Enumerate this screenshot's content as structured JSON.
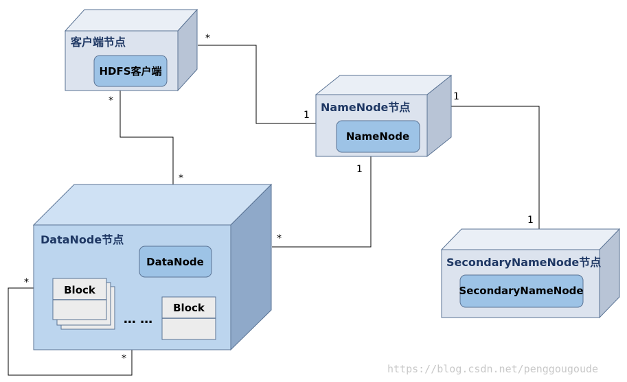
{
  "nodes": {
    "client": {
      "title": "客户端节点",
      "component": "HDFS客户端"
    },
    "namenode": {
      "title": "NameNode节点",
      "component": "NameNode"
    },
    "datanode": {
      "title": "DataNode节点",
      "component": "DataNode",
      "block_label": "Block",
      "ellipsis": "… …"
    },
    "secondary": {
      "title": "SecondaryNameNode节点",
      "component": "SecondaryNameNode"
    }
  },
  "multiplicities": {
    "client_namenode_client": "*",
    "client_namenode_namenode": "1",
    "client_datanode_client": "*",
    "client_datanode_datanode": "*",
    "namenode_datanode_namenode": "1",
    "namenode_datanode_datanode": "*",
    "namenode_secondary_namenode": "1",
    "namenode_secondary_secondary": "1",
    "datanode_self_top": "*",
    "datanode_self_bottom": "*"
  },
  "watermark": "https://blog.csdn.net/penggougoude",
  "colors": {
    "small_node_front": "#dce3ee",
    "small_node_top": "#eaeff6",
    "small_node_side": "#b8c4d6",
    "datanode_front": "#bcd5ee",
    "datanode_top": "#cfe1f4",
    "datanode_side": "#8fa9c9",
    "component_fill": "#9dc3e6",
    "outline": "#5a7394"
  }
}
